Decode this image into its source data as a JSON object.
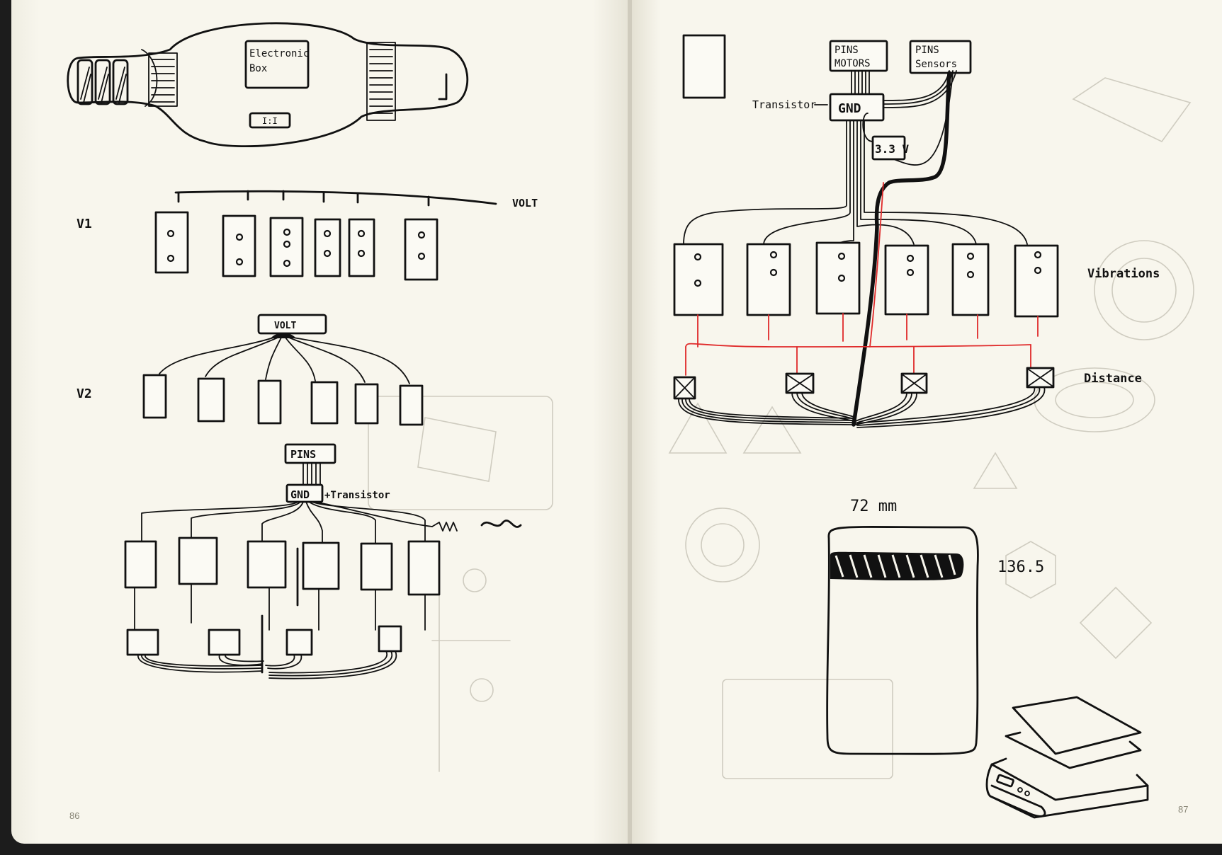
{
  "left_page": {
    "page_number": "86",
    "band_sketch": {
      "box_label_line1": "Electronic",
      "box_label_line2": "Box"
    },
    "v1": {
      "label": "V1",
      "rail_label": "VOLT"
    },
    "v2": {
      "label": "V2",
      "hub_label": "VOLT"
    },
    "v3": {
      "pins_label": "PINS",
      "gnd_label": "GND",
      "transistor_note": "+Transistor"
    }
  },
  "right_page": {
    "page_number": "87",
    "pins_motors_line1": "PINS",
    "pins_motors_line2": "MOTORS",
    "pins_sensors_line1": "PINS",
    "pins_sensors_line2": "Sensors",
    "transistor_label": "Transistor",
    "gnd_label": "GND",
    "power_label": "3.3 V",
    "vibrations_label": "Vibrations",
    "distance_label": "Distance",
    "width_dim": "72 mm",
    "height_dim": "136.5"
  },
  "colors": {
    "ink": "#111111",
    "red_wire": "#e02a2a",
    "paper": "#f7f5ec",
    "ghost": "#cfccc0"
  }
}
